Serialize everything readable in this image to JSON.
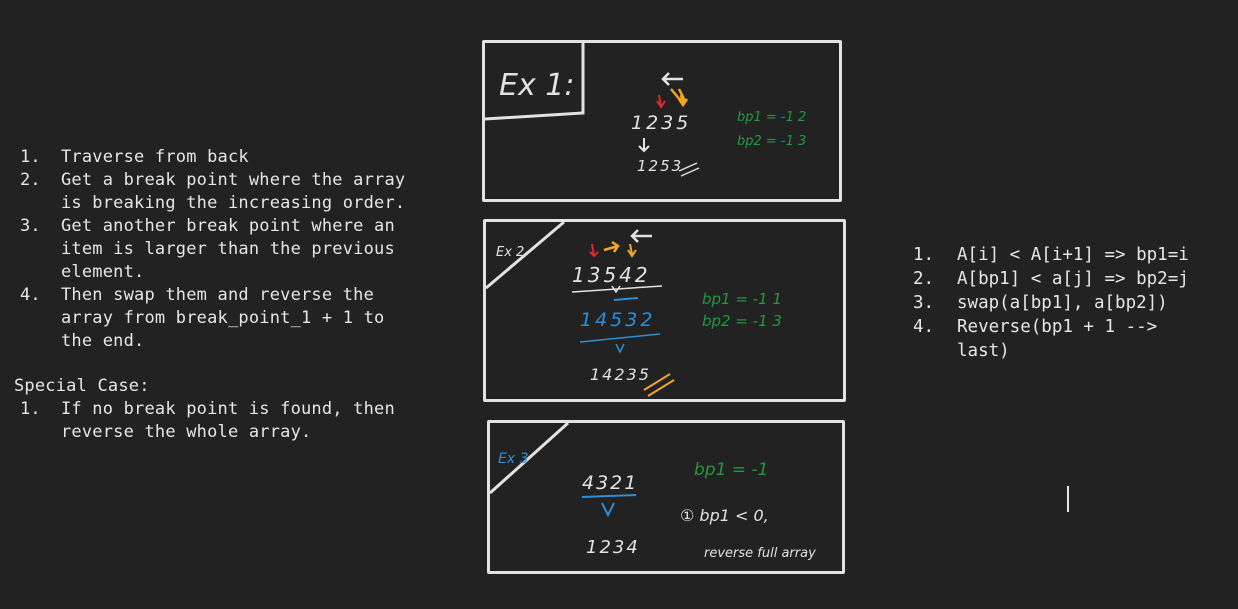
{
  "notes": {
    "steps": [
      {
        "num": "1.",
        "text": "Traverse from back"
      },
      {
        "num": "2.",
        "text": "Get a break point where the array is breaking the increasing order."
      },
      {
        "num": "3.",
        "text": "Get another break point where an item is larger than the previous element."
      },
      {
        "num": "4.",
        "text": "Then swap them and reverse the array from break_point_1 + 1 to the end."
      }
    ],
    "special_heading": "Special Case:",
    "special_steps": [
      {
        "num": "1.",
        "text": "If no break point is found, then reverse the whole array."
      }
    ]
  },
  "algorithm": {
    "steps": [
      {
        "num": "1.",
        "text": "A[i] < A[i+1] => bp1=i"
      },
      {
        "num": "2.",
        "text": "A[bp1] < a[j] => bp2=j"
      },
      {
        "num": "3.",
        "text": "swap(a[bp1], a[bp2])"
      },
      {
        "num": "4.",
        "text": "Reverse(bp1 + 1 --> last)"
      }
    ]
  },
  "examples": {
    "ex1": {
      "label": "Ex 1:",
      "input": "1235",
      "result": "1253",
      "bp1": "bp1 = -1 2",
      "bp2": "bp2 = -1 3"
    },
    "ex2": {
      "label": "Ex 2",
      "input": "13542",
      "swapped": "14532",
      "result": "14235",
      "bp1": "bp1 = -1 1",
      "bp2": "bp2 = -1 3"
    },
    "ex3": {
      "label": "Ex 3",
      "input": "4321",
      "result": "1234",
      "bp1": "bp1 = -1",
      "note1": "① bp1 < 0,",
      "note2": "reverse full array"
    }
  },
  "colors": {
    "green": "#1f9a3c",
    "red": "#e0272b",
    "orange": "#f2a623",
    "blue": "#2c8fd6",
    "white": "#e2e2e2"
  }
}
